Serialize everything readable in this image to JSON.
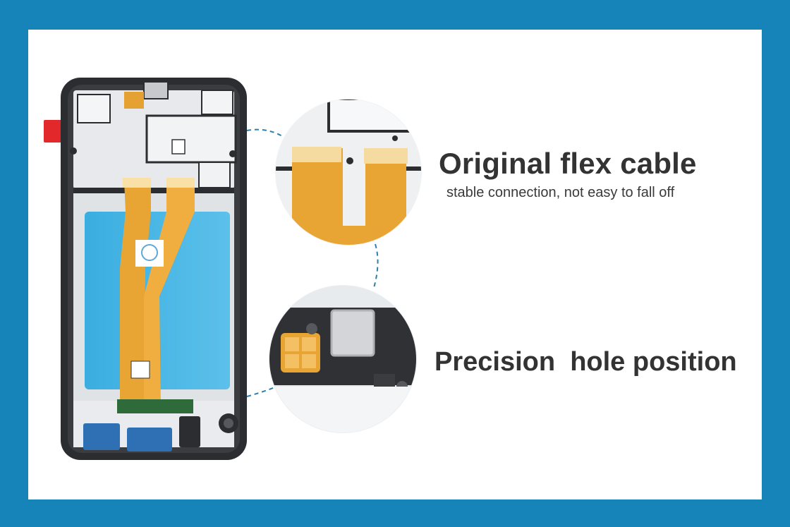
{
  "product_image": {
    "alt": "Phone LCD display assembly with frame, rear view"
  },
  "features": [
    {
      "title": "Original flex cable",
      "subtitle": "stable connection, not easy to fall off"
    },
    {
      "title": "Precision  hole position",
      "subtitle": ""
    }
  ],
  "labels": {
    "qr_main": "",
    "flex_print": ""
  },
  "colors": {
    "border": "#1683b9",
    "background": "#ffffff",
    "flex_cable": "#e9a534",
    "lcd_blue": "#2ea7dd",
    "frame": "#2b2d30",
    "dashed_line": "#2c7fae"
  }
}
